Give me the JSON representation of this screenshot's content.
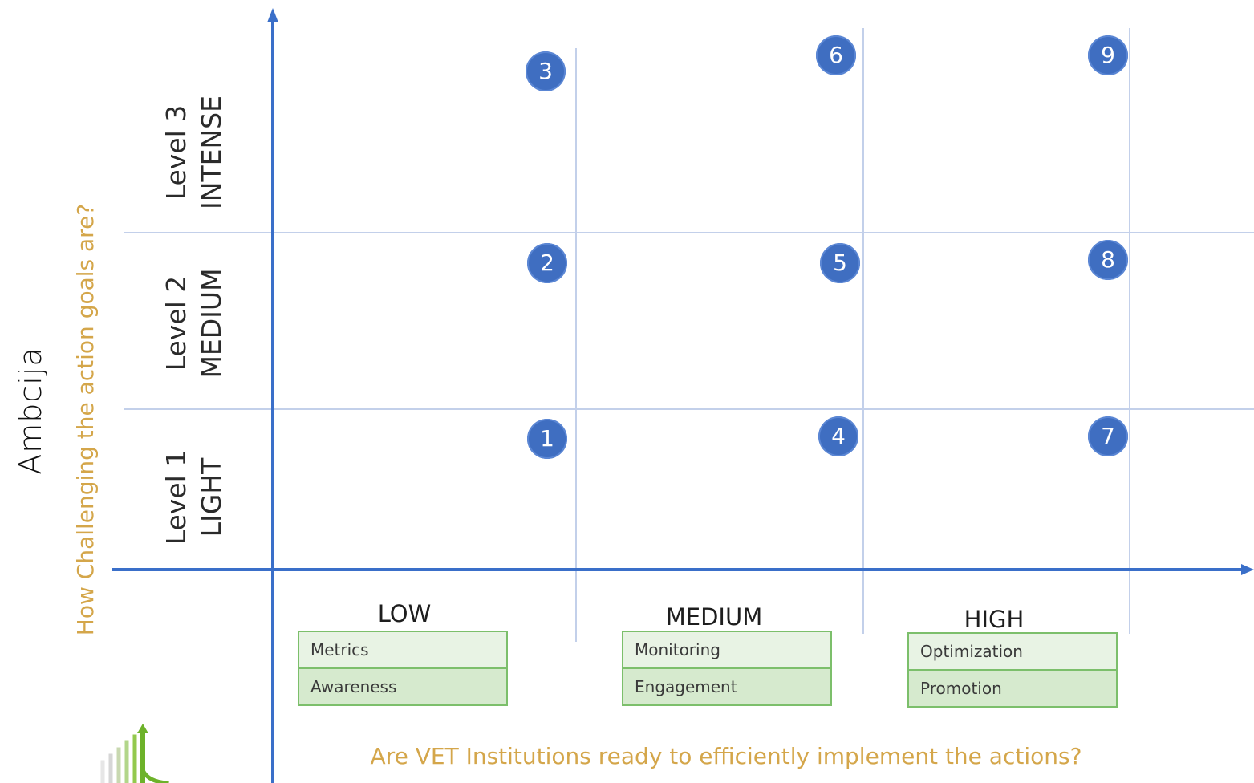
{
  "y_axis": {
    "title": "Ambcija",
    "question": "How Challenging the action goals are?",
    "levels": [
      {
        "line1": "Level 1",
        "line2": "LIGHT"
      },
      {
        "line1": "Level 2",
        "line2": "MEDIUM"
      },
      {
        "line1": "Level 3",
        "line2": "INTENSE"
      }
    ]
  },
  "x_axis": {
    "question": "Are VET Institutions ready to efficiently implement the actions?",
    "columns": [
      {
        "label": "LOW",
        "items": [
          "Metrics",
          "Awareness"
        ]
      },
      {
        "label": "MEDIUM",
        "items": [
          "Monitoring",
          "Engagement"
        ]
      },
      {
        "label": "HIGH",
        "items": [
          "Optimization",
          "Promotion"
        ]
      }
    ]
  },
  "cells": [
    "1",
    "2",
    "3",
    "4",
    "5",
    "6",
    "7",
    "8",
    "9"
  ],
  "colors": {
    "axis": "#3a6fc9",
    "grid": "#b9c8e8",
    "badge": "#3f6ec1",
    "question_text": "#d4a64a",
    "box_border": "#7cbf6b",
    "box_fill": "#e4f1df"
  }
}
